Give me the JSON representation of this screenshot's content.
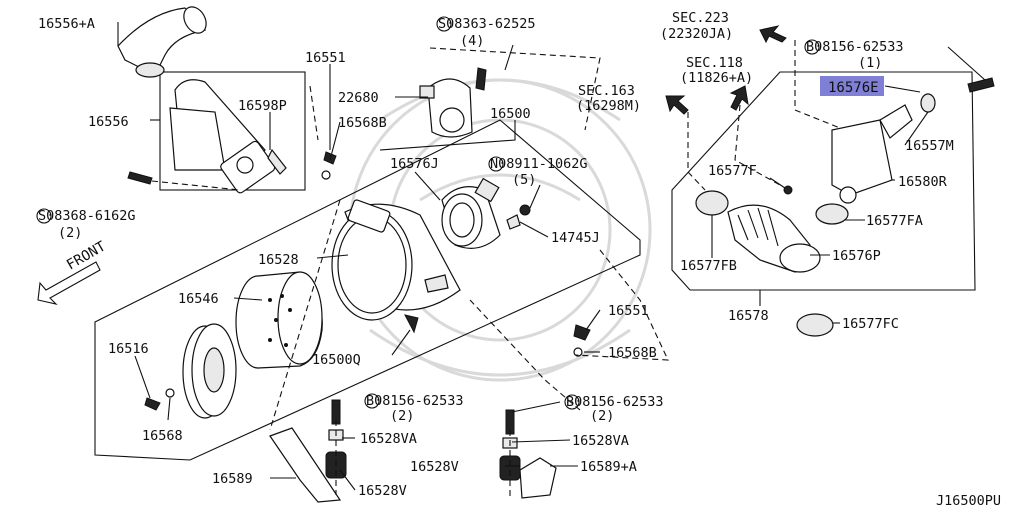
{
  "diagram": {
    "id": "J16500PU",
    "front_label": "FRONT",
    "callouts": [
      {
        "key": "p16556A",
        "text": "16556+A"
      },
      {
        "key": "p16556",
        "text": "16556"
      },
      {
        "key": "p16598P",
        "text": "16598P"
      },
      {
        "key": "s08368",
        "text": "S08368-6162G"
      },
      {
        "key": "s08368q",
        "text": "(2)"
      },
      {
        "key": "p16551a",
        "text": "16551"
      },
      {
        "key": "p16568B_a",
        "text": "16568B"
      },
      {
        "key": "s08363",
        "text": "S08363-62525"
      },
      {
        "key": "s08363q",
        "text": "(4)"
      },
      {
        "key": "p22680",
        "text": "22680"
      },
      {
        "key": "p16500",
        "text": "16500"
      },
      {
        "key": "p16576J",
        "text": "16576J"
      },
      {
        "key": "n08911",
        "text": "N08911-1062G"
      },
      {
        "key": "n08911q",
        "text": "(5)"
      },
      {
        "key": "p14745J",
        "text": "14745J"
      },
      {
        "key": "p16528",
        "text": "16528"
      },
      {
        "key": "p16546",
        "text": "16546"
      },
      {
        "key": "p16516",
        "text": "16516"
      },
      {
        "key": "p16568",
        "text": "16568"
      },
      {
        "key": "p16500Q",
        "text": "16500Q"
      },
      {
        "key": "p16551b",
        "text": "16551"
      },
      {
        "key": "p16568B_b",
        "text": "16568B"
      },
      {
        "key": "b08156a",
        "text": "B08156-62533"
      },
      {
        "key": "b08156aq",
        "text": "(2)"
      },
      {
        "key": "p16528VA_a",
        "text": "16528VA"
      },
      {
        "key": "b08156b",
        "text": "B08156-62533"
      },
      {
        "key": "b08156bq",
        "text": "(2)"
      },
      {
        "key": "p16528VA_b",
        "text": "16528VA"
      },
      {
        "key": "p16528V_a",
        "text": "16528V"
      },
      {
        "key": "p16528V_b",
        "text": "16528V"
      },
      {
        "key": "p16589",
        "text": "16589"
      },
      {
        "key": "p16589A",
        "text": "16589+A"
      },
      {
        "key": "sec223",
        "text": "SEC.223"
      },
      {
        "key": "sec223sub",
        "text": "(22320JA)"
      },
      {
        "key": "sec118",
        "text": "SEC.118"
      },
      {
        "key": "sec118sub",
        "text": "(11826+A)"
      },
      {
        "key": "sec163",
        "text": "SEC.163"
      },
      {
        "key": "sec163sub",
        "text": "(16298M)"
      },
      {
        "key": "b08156c",
        "text": "B08156-62533"
      },
      {
        "key": "b08156cq",
        "text": "(1)"
      },
      {
        "key": "p16576E",
        "text": "16576E"
      },
      {
        "key": "p16557M",
        "text": "16557M"
      },
      {
        "key": "p16580R",
        "text": "16580R"
      },
      {
        "key": "p16577F",
        "text": "16577F"
      },
      {
        "key": "p16577FA",
        "text": "16577FA"
      },
      {
        "key": "p16577FB",
        "text": "16577FB"
      },
      {
        "key": "p16576P",
        "text": "16576P"
      },
      {
        "key": "p16578",
        "text": "16578"
      },
      {
        "key": "p16577FC",
        "text": "16577FC"
      }
    ]
  }
}
